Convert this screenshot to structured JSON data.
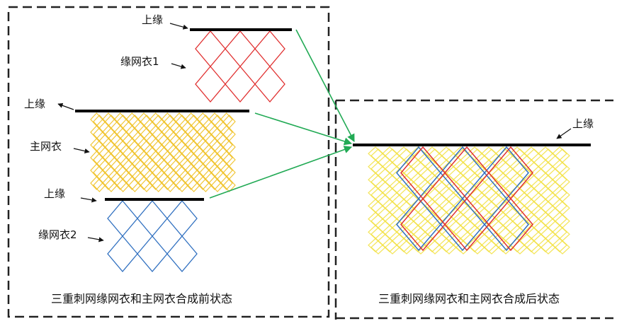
{
  "labels": {
    "edge_top_net1": "上缘",
    "net1": "缘网衣1",
    "edge_main": "上缘",
    "main_net": "主网衣",
    "edge_net2": "上缘",
    "net2": "缘网衣2",
    "edge_combined": "上缘"
  },
  "captions": {
    "before": "三重刺网缘网衣和主网衣合成前状态",
    "after": "三重刺网缘网衣和主网衣合成后状态"
  },
  "colors": {
    "net1": "#e03030",
    "main": "#f0c020",
    "net2": "#3070c0",
    "arrow": "#22aa55",
    "frame": "#222222",
    "headrope": "#000000"
  }
}
